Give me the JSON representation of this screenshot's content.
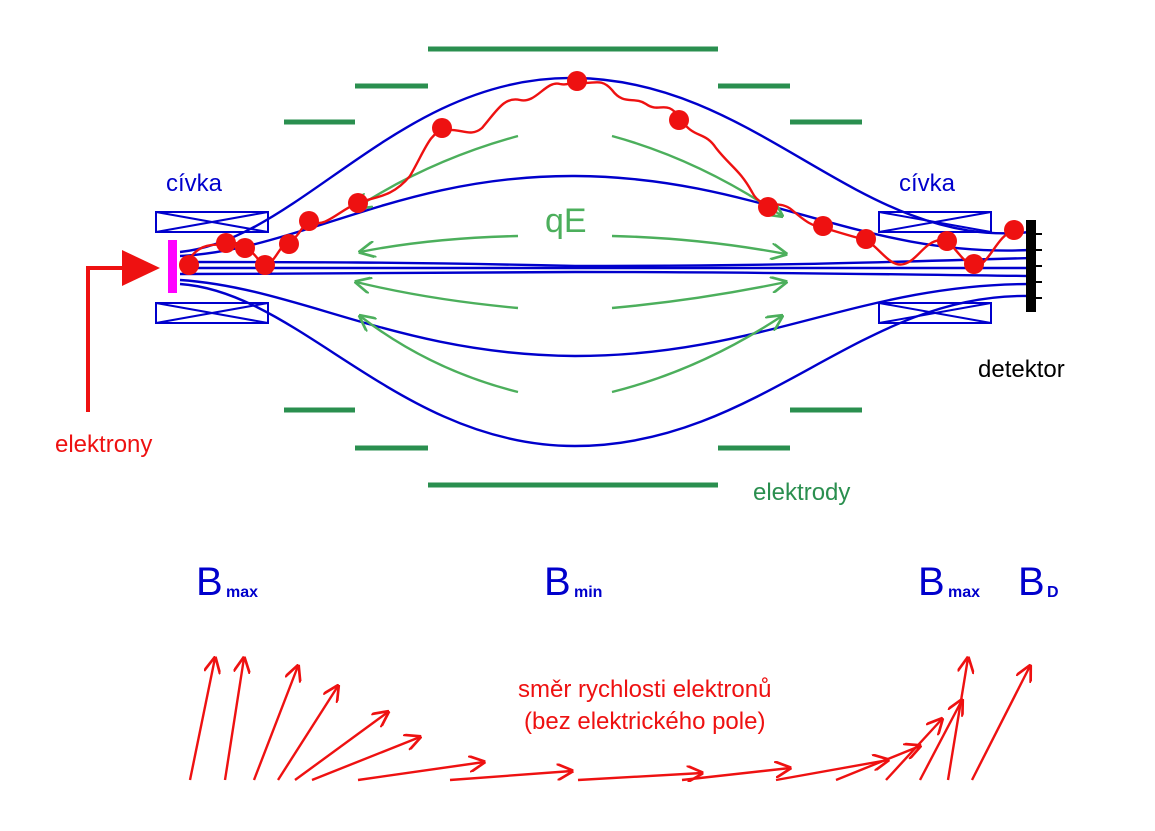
{
  "labels": {
    "coil_left": "cívka",
    "coil_right": "cívka",
    "detector": "detektor",
    "electrons": "elektrony",
    "electrodes": "elektrody",
    "force": "qE",
    "b_max_left": "B",
    "b_max_left_sub": "max",
    "b_min": "B",
    "b_min_sub": "min",
    "b_max_right": "B",
    "b_max_right_sub": "max",
    "b_d": "B",
    "b_d_sub": "D",
    "velocity_title_line1": "směr rychlosti elektronů",
    "velocity_title_line2": "(bez elektrického pole)"
  },
  "colors": {
    "field_lines": "#0000cc",
    "electrodes": "#2a8f4f",
    "force_arrows": "#4caf5c",
    "electron_path": "#ee1111",
    "source": "#ff00ff",
    "detector": "#000000"
  }
}
